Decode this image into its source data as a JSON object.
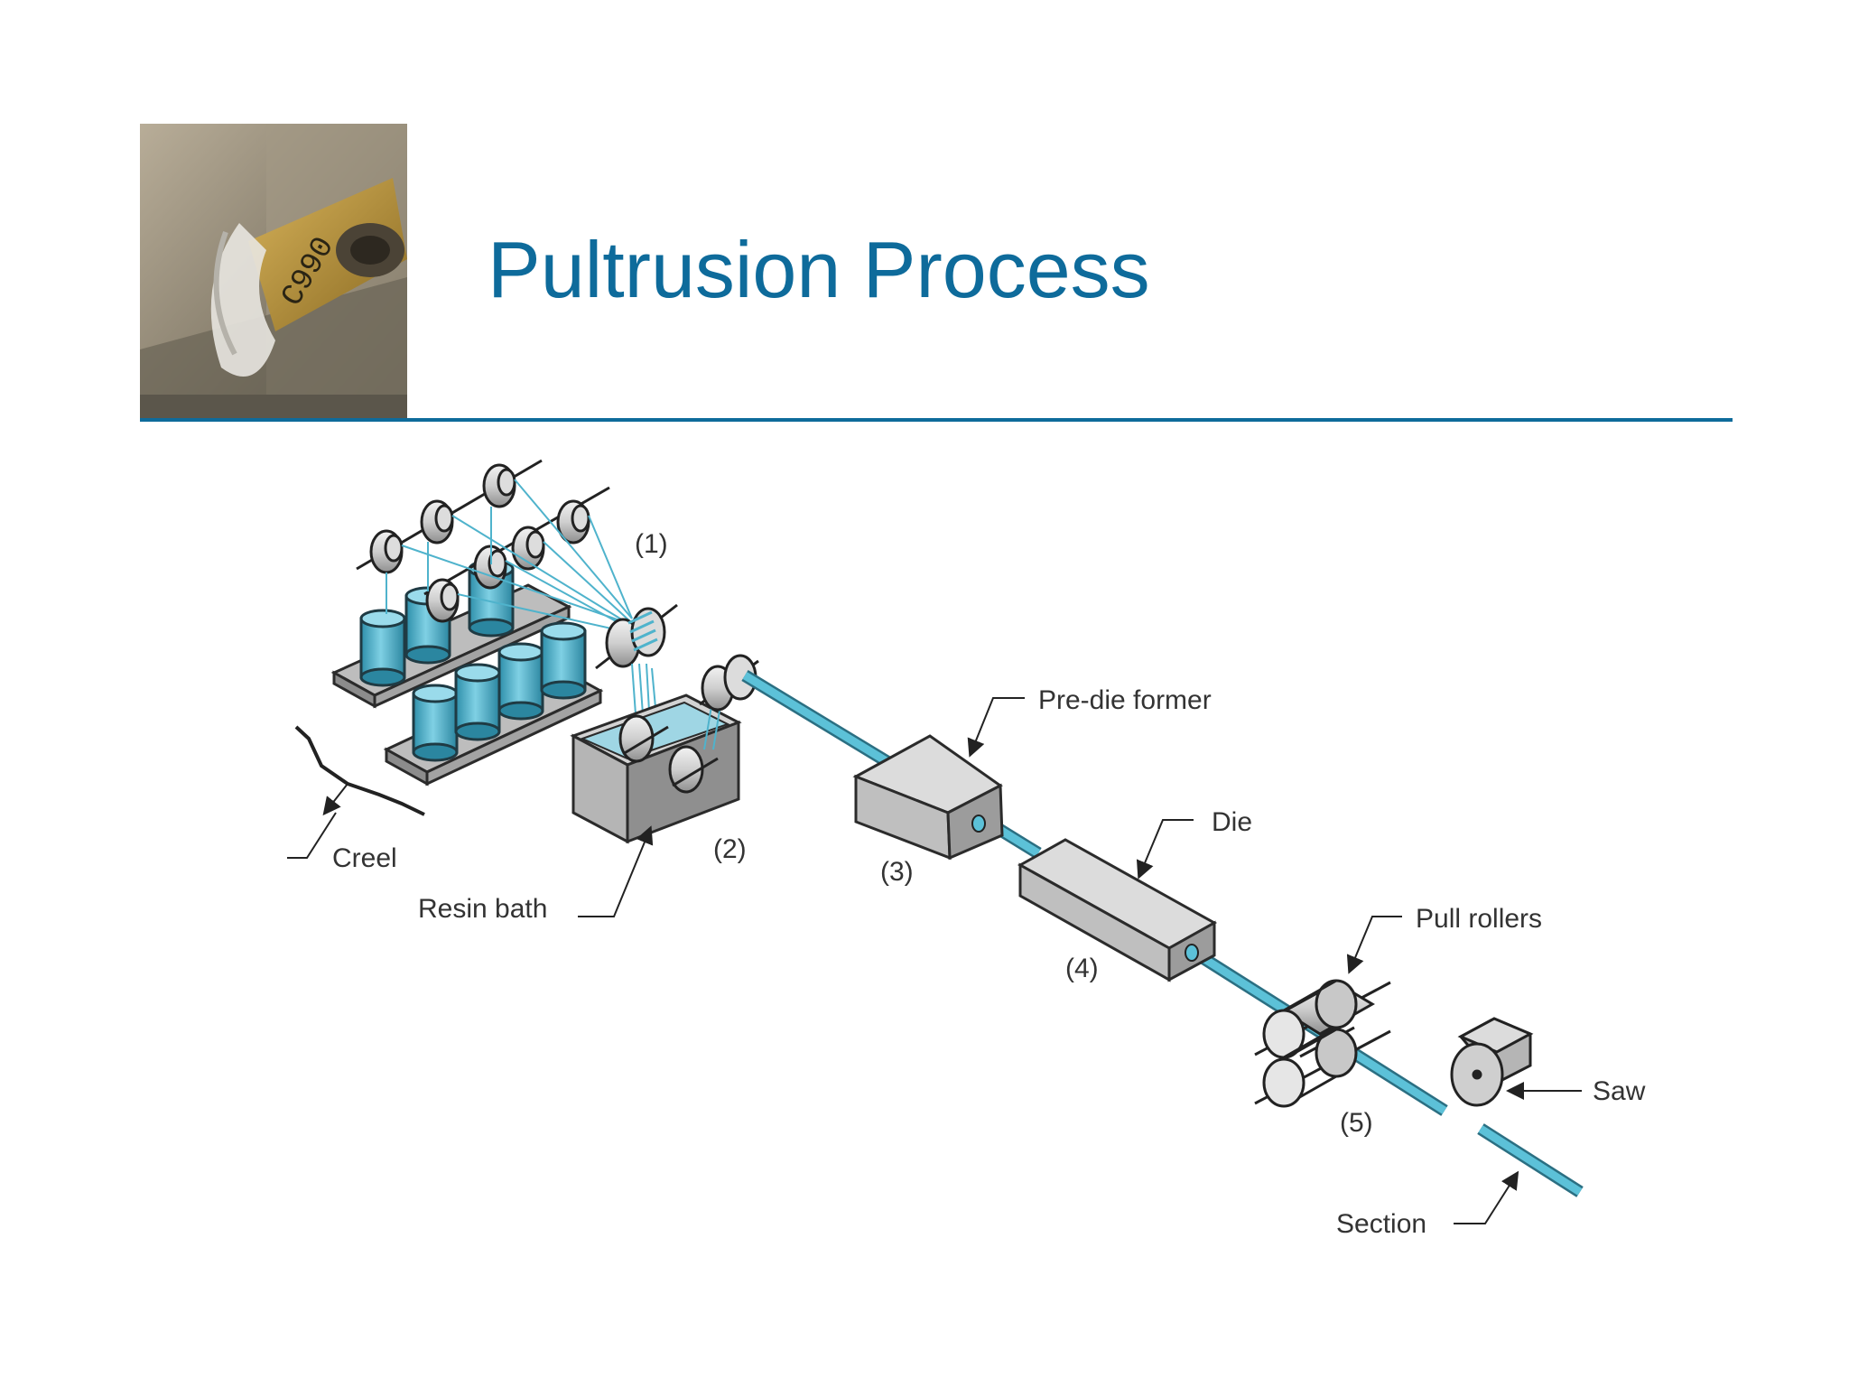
{
  "slide": {
    "title": "Pultrusion Process"
  },
  "diagram": {
    "labels": {
      "step1": "(1)",
      "step2": "(2)",
      "step3": "(3)",
      "step4": "(4)",
      "step5": "(5)",
      "creel": "Creel",
      "resin_bath": "Resin bath",
      "pre_die_former": "Pre-die former",
      "die": "Die",
      "pull_rollers": "Pull rollers",
      "saw": "Saw",
      "section": "Section"
    }
  },
  "colors": {
    "title": "#0e6b9b",
    "rule": "#0e6b9b",
    "fiber": "#4fb3cc",
    "machine_gray": "#c9c9c9",
    "outline": "#2b2b2b"
  }
}
